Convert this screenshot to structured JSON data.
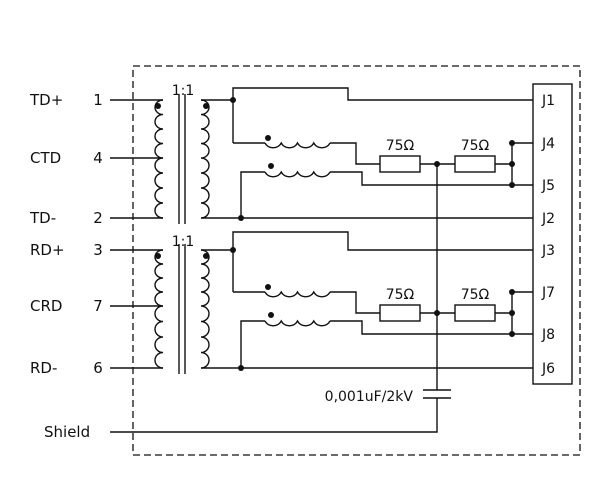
{
  "schematic": {
    "left_pins": [
      {
        "label": "TD+",
        "number": "1"
      },
      {
        "label": "CTD",
        "number": "4"
      },
      {
        "label": "TD-",
        "number": "2"
      },
      {
        "label": "RD+",
        "number": "3"
      },
      {
        "label": "CRD",
        "number": "7"
      },
      {
        "label": "RD-",
        "number": "6"
      }
    ],
    "shield": {
      "label": "Shield"
    },
    "transformers": [
      {
        "ratio": "1:1"
      },
      {
        "ratio": "1:1"
      }
    ],
    "resistors": [
      {
        "value": "75Ω"
      },
      {
        "value": "75Ω"
      },
      {
        "value": "75Ω"
      },
      {
        "value": "75Ω"
      }
    ],
    "capacitor": {
      "value": "0,001uF/2kV"
    },
    "jack_pins": [
      {
        "id": "J1"
      },
      {
        "id": "J4"
      },
      {
        "id": "J5"
      },
      {
        "id": "J2"
      },
      {
        "id": "J3"
      },
      {
        "id": "J7"
      },
      {
        "id": "J8"
      },
      {
        "id": "J6"
      }
    ],
    "colors": {
      "line": "#111111",
      "background": "#ffffff"
    }
  }
}
